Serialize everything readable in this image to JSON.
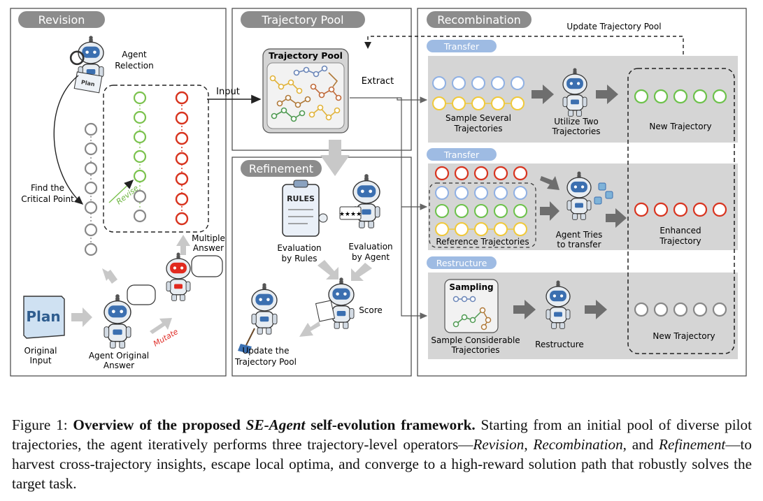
{
  "sections": {
    "revision": "Revision",
    "pool": "Trajectory Pool",
    "refinement": "Refinement",
    "recombination": "Recombination"
  },
  "revision": {
    "agent_relection": "Agent\nRelection",
    "plan_doc": "Plan",
    "find_critical": "Find the\nCritical Point",
    "revise": "Revise",
    "multiple_answer": "Multiple\nAnswer",
    "plan_card": "Plan",
    "original_input": "Original\nInput",
    "agent_original_answer": "Agent Original\nAnswer",
    "mutate": "Mutate"
  },
  "pool": {
    "box_title": "Trajectory Pool",
    "input": "Input",
    "extract": "Extract"
  },
  "refinement": {
    "rules": "RULES",
    "eval_rules": "Evaluation\nby Rules",
    "eval_agent": "Evaluation\nby Agent",
    "score": "Score",
    "update_pool": "Update the\nTrajectory Pool"
  },
  "recombination": {
    "update_pool": "Update Trajectory Pool",
    "transfer1": "Transfer",
    "sample_several": "Sample Several\nTrajectories",
    "utilize_two": "Utilize Two\nTrajectories",
    "new_trajectory1": "New Trajectory",
    "transfer2": "Transfer",
    "reference": "Reference Trajectories",
    "agent_tries": "Agent Tries\nto transfer",
    "enhanced": "Enhanced\nTrajectory",
    "restructure_tag": "Restructure",
    "sampling": "Sampling",
    "sample_considerable": "Sample Considerable\nTrajectories",
    "restructure": "Restructure",
    "new_trajectory2": "New Trajectory"
  },
  "colors": {
    "blue": "#8fb0e4",
    "yellow": "#f0c93a",
    "green": "#6cc24a",
    "red": "#d8341f",
    "gray": "#888888",
    "lightgreen": "#9cd175"
  },
  "caption": {
    "label": "Figure 1: ",
    "bold_a": "Overview of the proposed ",
    "bold_italic": "SE-Agent",
    "bold_b": " self-evolution framework.",
    "text_a": " Starting from an initial pool of diverse pilot trajectories, the agent iteratively performs three trajectory-level operators—",
    "op1": "Revision",
    "sep1": ", ",
    "op2": "Recombination",
    "sep2": ", and ",
    "op3": "Refinement",
    "text_b": "—to harvest cross-trajectory insights, escape local optima, and converge to a high-reward solution path that robustly solves the target task."
  }
}
